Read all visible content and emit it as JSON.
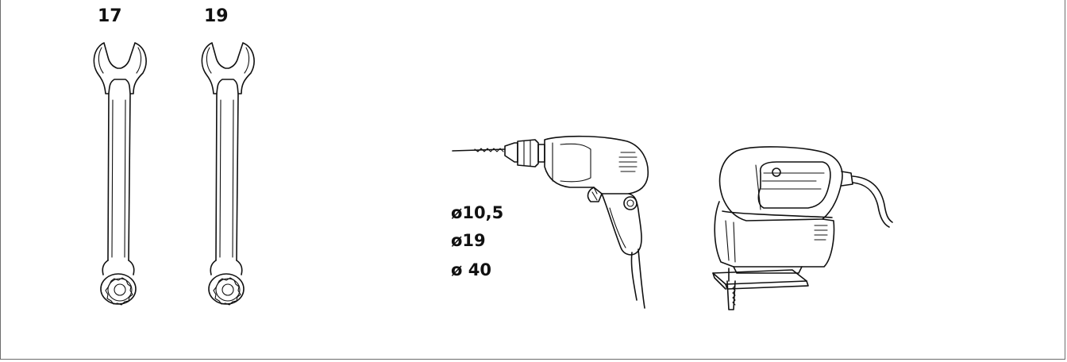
{
  "wrenches": [
    {
      "size_label": "17"
    },
    {
      "size_label": "19"
    }
  ],
  "drill": {
    "bit_sizes": [
      "ø10,5",
      "ø19",
      "ø 40"
    ]
  },
  "colors": {
    "line": "#111111",
    "frame": "#6d6d6d",
    "background": "#ffffff"
  },
  "icons": [
    "wrench-icon",
    "drill-icon",
    "jigsaw-icon"
  ]
}
